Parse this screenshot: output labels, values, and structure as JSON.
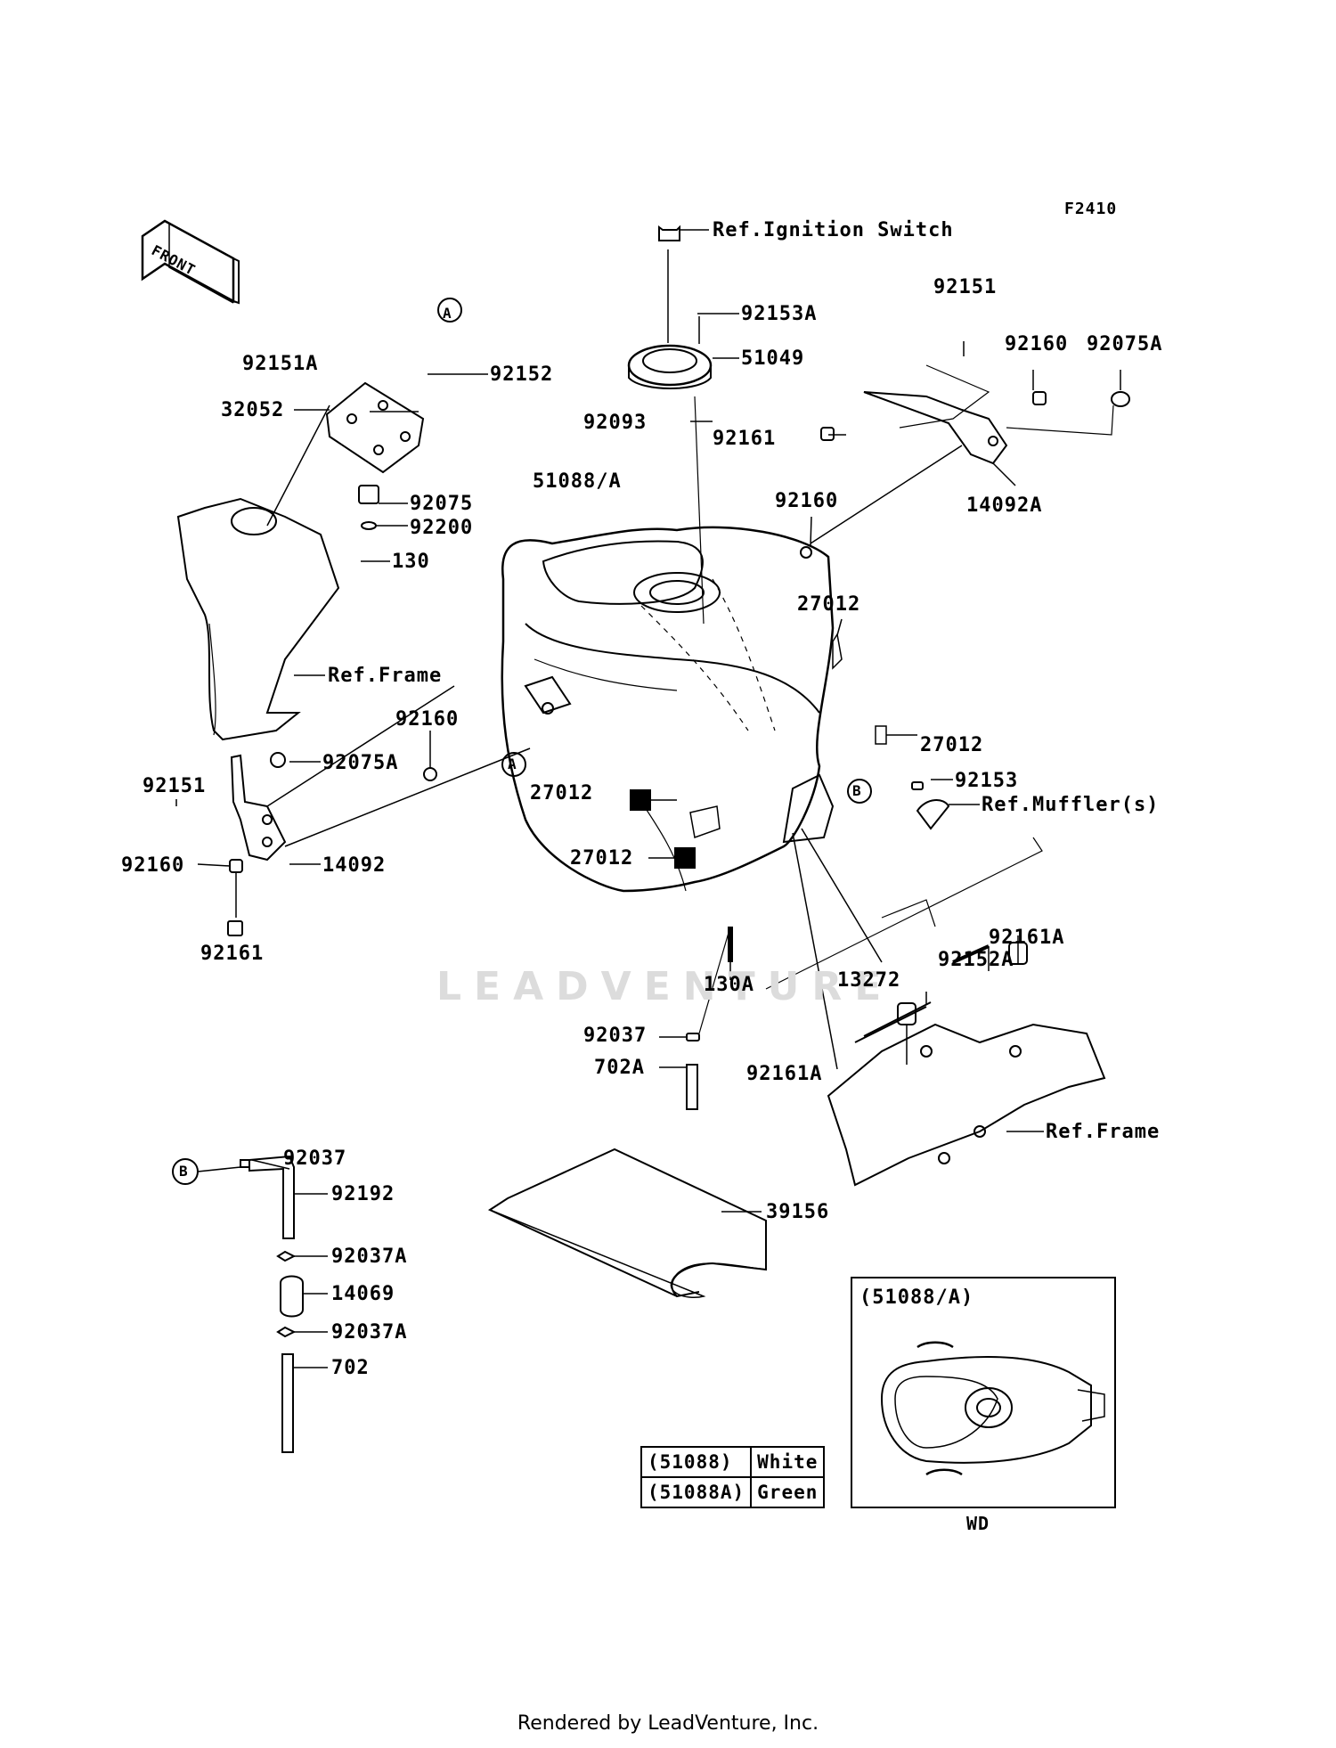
{
  "diagram": {
    "code": "F2410",
    "front_label": "FRONT",
    "callouts": {
      "ref_ignition": "Ref.Ignition Switch",
      "p92153A": "92153A",
      "p51049": "51049",
      "p92093": "92093",
      "p92161_top": "92161",
      "p92151_top": "92151",
      "p92160_top": "92160",
      "p92075A_top": "92075A",
      "p14092A": "14092A",
      "p92160_mid": "92160",
      "p51088A": "51088/A",
      "p27012_a": "27012",
      "p27012_b": "27012",
      "p27012_c": "27012",
      "p27012_d": "27012",
      "p92151A": "92151A",
      "p92152": "92152",
      "p32052": "32052",
      "p92075": "92075",
      "p92200": "92200",
      "p130": "130",
      "ref_frame_left": "Ref.Frame",
      "p92160_left": "92160",
      "p92075A_left": "92075A",
      "p92151_left": "92151",
      "p92160_low": "92160",
      "p14092": "14092",
      "p92161_low": "92161",
      "p92153": "92153",
      "ref_muffler": "Ref.Muffler(s)",
      "p92161A_r": "92161A",
      "p92152A": "92152A",
      "p130A": "130A",
      "p13272": "13272",
      "p92037": "92037",
      "p702A": "702A",
      "p92161A_l": "92161A",
      "ref_frame_right": "Ref.Frame",
      "p92037_b": "92037",
      "p92192": "92192",
      "p92037A_1": "92037A",
      "p14069": "14069",
      "p92037A_2": "92037A",
      "p702": "702",
      "p39156": "39156",
      "marker_a": "A",
      "marker_b": "B"
    },
    "inset": {
      "title": "(51088/A)",
      "caption": "WD"
    },
    "color_table": [
      {
        "part": "(51088)",
        "color": "White"
      },
      {
        "part": "(51088A)",
        "color": "Green"
      }
    ],
    "watermark": "LEADVENTURE",
    "footer": "Rendered by LeadVenture, Inc."
  }
}
